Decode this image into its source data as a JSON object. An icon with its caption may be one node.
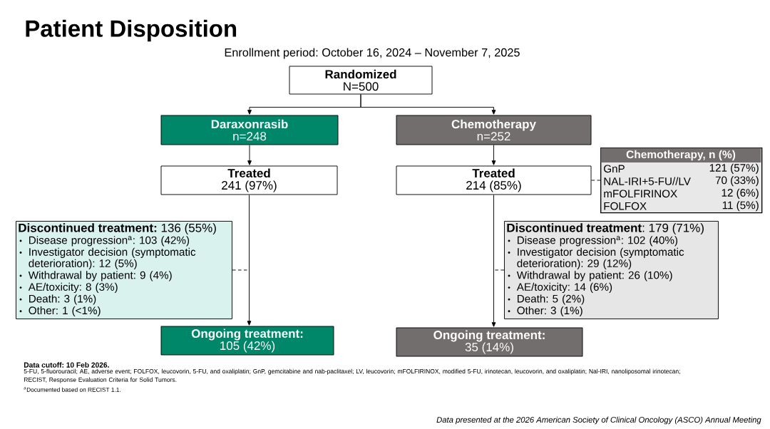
{
  "diagram": {
    "title": "Patient Disposition",
    "nodes": [
      {
        "text": [
          "Randomized",
          "N=500"
        ]
      },
      {
        "text": [
          "Daraxonrasib",
          "n=248"
        ]
      },
      {
        "text": [
          "Chemotherapy",
          "n=252"
        ]
      },
      {
        "text": [
          "Treated",
          "241 (97%)"
        ]
      },
      {
        "text": [
          "Treated",
          "214 (85%)"
        ]
      },
      {
        "text": [
          "Chemotherapy, n (%)",
          "GnP",
          "121 (57%)",
          "NAL-IRI+5-FU//LV",
          "70 (33%)",
          "mFOLFIRINOX",
          "12 (6%)",
          "FOLFOX",
          "11 (5%)"
        ]
      },
      {
        "text": [
          "**Discontinued treatment:** 136 (55%)",
          "Disease progression$^{a}$: 103 (42%)",
          "Investigator decision (symptomatic deterioration): 12 (5%)",
          "Withdrawal by patient: 9 (4%)",
          "AE/toxicity: 8 (3%)",
          "Death: 3 (1%)",
          "Other: 1 (<1%)"
        ]
      },
      {
        "text": [
          "**Discontinued treatment**: 179 (71%)",
          "Disease progression$^{a}$: 102 (40%)",
          "Investigator decision (symptomatic deterioration): 29 (12%)",
          "Withdrawal by patient: 26 (10%)",
          "AE/toxicity: 14 (6%)",
          "Death: 5 (2%)",
          "Other: 3 (1%)"
        ]
      },
      {
        "text": [
          "Ongoing treatment:",
          "105 (42%)"
        ]
      },
      {
        "text": [
          "Ongoing treatment:",
          "35 (14%)"
        ]
      }
    ],
    "edges": [
      {
        "from": 0,
        "to": 1,
        "arrow": "to"
      },
      {
        "from": 0,
        "to": 2,
        "arrow": "to"
      },
      {
        "from": 1,
        "to": 3,
        "arrow": "to"
      },
      {
        "from": 2,
        "to": 4,
        "arrow": "to"
      },
      {
        "from": 3,
        "to": 8,
        "arrow": "to"
      },
      {
        "from": 4,
        "to": 9,
        "arrow": "to"
      },
      {
        "from": 4,
        "to": 5,
        "arrow": "none",
        "style": "dashed"
      },
      {
        "from": 6,
        "to": null,
        "arrow": "none",
        "style": "dashed"
      },
      {
        "from": 7,
        "to": null,
        "arrow": "none",
        "style": "dashed"
      }
    ],
    "labels": [
      "Enrollment period: October 16, 2024 – November 7, 2025",
      "Data cutoff: 10 Feb 2026.",
      "5-FU, 5-fluorouracil; AE, adverse event; FOLFOX, leucovorin, 5-FU, and oxaliplatin; GnP, gemcitabine and nab-paclitaxel; LV, leucovorin; mFOLFIRINOX, modified 5-FU, irinotecan, leucovorin, and oxaliplatin; Nal-IRI, nanoliposomal irinotecan; RECIST, Response Evaluation Criteria for Solid Tumors.",
      "$^{a}$Documented based on RECIST 1.1.",
      "Data presented at the 2026 American Society of Clinical Oncology (ASCO) Annual Meeting"
    ]
  }
}
